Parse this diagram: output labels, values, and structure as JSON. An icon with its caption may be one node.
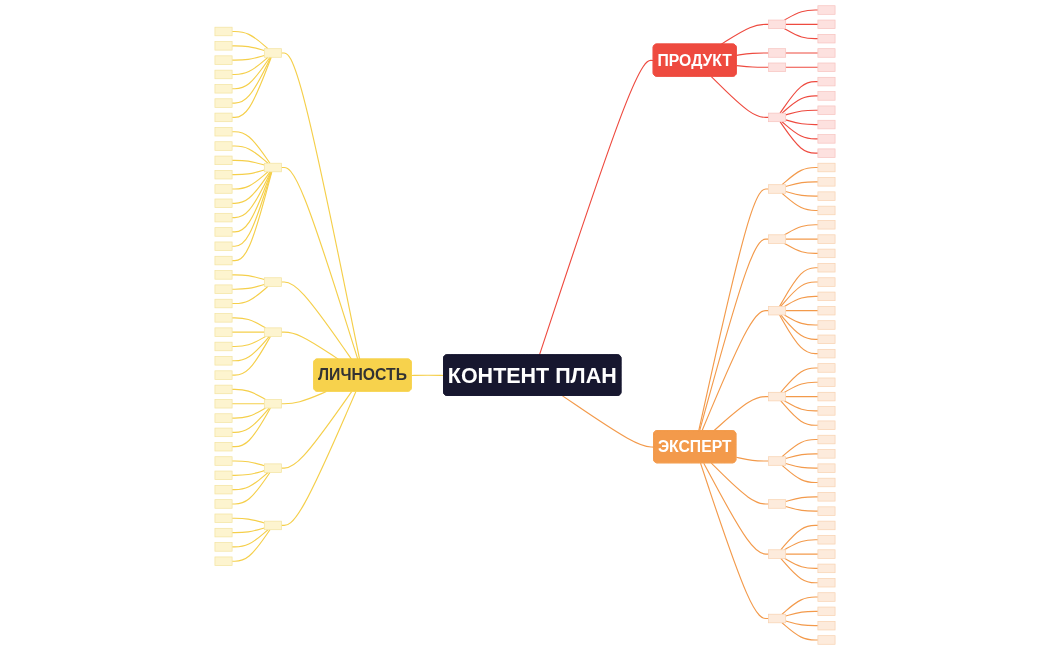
{
  "diagram": {
    "nodes": [
      {
        "text": [
          "КОНТЕНТ ПЛАН"
        ]
      },
      {
        "text": [
          "ПРОДУКТ"
        ]
      },
      {
        "text": [],
        "shape": "box"
      },
      {
        "text": [],
        "shape": "box"
      },
      {
        "text": [],
        "shape": "box"
      },
      {
        "text": [],
        "shape": "box"
      },
      {
        "text": [],
        "shape": "box"
      },
      {
        "text": [],
        "shape": "box"
      },
      {
        "text": [],
        "shape": "box"
      },
      {
        "text": [],
        "shape": "box"
      },
      {
        "text": [],
        "shape": "box"
      },
      {
        "text": [],
        "shape": "box"
      },
      {
        "text": [],
        "shape": "box"
      },
      {
        "text": [],
        "shape": "box"
      },
      {
        "text": [],
        "shape": "box"
      },
      {
        "text": [],
        "shape": "box"
      },
      {
        "text": [],
        "shape": "box"
      },
      {
        "text": [
          "ЭКСПЕРТ"
        ]
      },
      {
        "text": [],
        "shape": "box"
      },
      {
        "text": [],
        "shape": "box"
      },
      {
        "text": [],
        "shape": "box"
      },
      {
        "text": [],
        "shape": "box"
      },
      {
        "text": [],
        "shape": "box"
      },
      {
        "text": [],
        "shape": "box"
      },
      {
        "text": [],
        "shape": "box"
      },
      {
        "text": [],
        "shape": "box"
      },
      {
        "text": [],
        "shape": "box"
      },
      {
        "text": [],
        "shape": "box"
      },
      {
        "text": [],
        "shape": "box"
      },
      {
        "text": [],
        "shape": "box"
      },
      {
        "text": [],
        "shape": "box"
      },
      {
        "text": [],
        "shape": "box"
      },
      {
        "text": [],
        "shape": "box"
      },
      {
        "text": [],
        "shape": "box"
      },
      {
        "text": [],
        "shape": "box"
      },
      {
        "text": [],
        "shape": "box"
      },
      {
        "text": [],
        "shape": "box"
      },
      {
        "text": [],
        "shape": "box"
      },
      {
        "text": [],
        "shape": "box"
      },
      {
        "text": [],
        "shape": "box"
      },
      {
        "text": [],
        "shape": "box"
      },
      {
        "text": [],
        "shape": "box"
      },
      {
        "text": [],
        "shape": "box"
      },
      {
        "text": [],
        "shape": "box"
      },
      {
        "text": [],
        "shape": "box"
      },
      {
        "text": [],
        "shape": "box"
      },
      {
        "text": [],
        "shape": "box"
      },
      {
        "text": [],
        "shape": "box"
      },
      {
        "text": [],
        "shape": "box"
      },
      {
        "text": [],
        "shape": "box"
      },
      {
        "text": [],
        "shape": "box"
      },
      {
        "text": [],
        "shape": "box"
      },
      {
        "text": [],
        "shape": "box"
      },
      {
        "text": [],
        "shape": "box"
      },
      {
        "text": [],
        "shape": "box"
      },
      {
        "text": [],
        "shape": "box"
      },
      {
        "text": [],
        "shape": "box"
      },
      {
        "text": [],
        "shape": "box"
      },
      {
        "text": [],
        "shape": "box"
      },
      {
        "text": [],
        "shape": "box"
      },
      {
        "text": [
          "ЛИЧНОСТЬ"
        ]
      },
      {
        "text": [],
        "shape": "box"
      },
      {
        "text": [],
        "shape": "box"
      },
      {
        "text": [],
        "shape": "box"
      },
      {
        "text": [],
        "shape": "box"
      },
      {
        "text": [],
        "shape": "box"
      },
      {
        "text": [],
        "shape": "box"
      },
      {
        "text": [],
        "shape": "box"
      },
      {
        "text": [],
        "shape": "box"
      },
      {
        "text": [],
        "shape": "box"
      },
      {
        "text": [],
        "shape": "box"
      },
      {
        "text": [],
        "shape": "box"
      },
      {
        "text": [],
        "shape": "box"
      },
      {
        "text": [],
        "shape": "box"
      },
      {
        "text": [],
        "shape": "box"
      },
      {
        "text": [],
        "shape": "box"
      },
      {
        "text": [],
        "shape": "box"
      },
      {
        "text": [],
        "shape": "box"
      },
      {
        "text": [],
        "shape": "box"
      },
      {
        "text": [],
        "shape": "box"
      },
      {
        "text": [],
        "shape": "box"
      },
      {
        "text": [],
        "shape": "box"
      },
      {
        "text": [],
        "shape": "box"
      },
      {
        "text": [],
        "shape": "box"
      },
      {
        "text": [],
        "shape": "box"
      },
      {
        "text": [],
        "shape": "box"
      },
      {
        "text": [],
        "shape": "box"
      },
      {
        "text": [],
        "shape": "box"
      },
      {
        "text": [],
        "shape": "box"
      },
      {
        "text": [],
        "shape": "box"
      },
      {
        "text": [],
        "shape": "box"
      },
      {
        "text": [],
        "shape": "box"
      },
      {
        "text": [],
        "shape": "box"
      },
      {
        "text": [],
        "shape": "box"
      },
      {
        "text": [],
        "shape": "box"
      },
      {
        "text": [],
        "shape": "box"
      },
      {
        "text": [],
        "shape": "box"
      },
      {
        "text": [],
        "shape": "box"
      },
      {
        "text": [],
        "shape": "box"
      },
      {
        "text": [],
        "shape": "box"
      },
      {
        "text": [],
        "shape": "box"
      },
      {
        "text": [],
        "shape": "box"
      },
      {
        "text": [],
        "shape": "box"
      },
      {
        "text": [],
        "shape": "box"
      },
      {
        "text": [],
        "shape": "box"
      },
      {
        "text": [],
        "shape": "box"
      }
    ],
    "edges": [
      {
        "from": 0,
        "to": 1,
        "arrow": "none",
        "color": "#ee4a3f"
      },
      {
        "from": 1,
        "to": 2,
        "arrow": "none",
        "color": "#ee4a3f"
      },
      {
        "from": 2,
        "to": 3,
        "arrow": "none",
        "color": "#ee4a3f"
      },
      {
        "from": 2,
        "to": 4,
        "arrow": "none",
        "color": "#ee4a3f"
      },
      {
        "from": 2,
        "to": 5,
        "arrow": "none",
        "color": "#ee4a3f"
      },
      {
        "from": 1,
        "to": 6,
        "arrow": "none",
        "color": "#ee4a3f"
      },
      {
        "from": 6,
        "to": 7,
        "arrow": "none",
        "color": "#ee4a3f"
      },
      {
        "from": 1,
        "to": 8,
        "arrow": "none",
        "color": "#ee4a3f"
      },
      {
        "from": 8,
        "to": 9,
        "arrow": "none",
        "color": "#ee4a3f"
      },
      {
        "from": 1,
        "to": 10,
        "arrow": "none",
        "color": "#ee4a3f"
      },
      {
        "from": 10,
        "to": 11,
        "arrow": "none",
        "color": "#ee4a3f"
      },
      {
        "from": 10,
        "to": 12,
        "arrow": "none",
        "color": "#ee4a3f"
      },
      {
        "from": 10,
        "to": 13,
        "arrow": "none",
        "color": "#ee4a3f"
      },
      {
        "from": 10,
        "to": 14,
        "arrow": "none",
        "color": "#ee4a3f"
      },
      {
        "from": 10,
        "to": 15,
        "arrow": "none",
        "color": "#ee4a3f"
      },
      {
        "from": 10,
        "to": 16,
        "arrow": "none",
        "color": "#ee4a3f"
      },
      {
        "from": 0,
        "to": 17,
        "arrow": "none",
        "color": "#f39a4b"
      },
      {
        "from": 17,
        "to": 18,
        "arrow": "none",
        "color": "#f39a4b"
      },
      {
        "from": 18,
        "to": 19,
        "arrow": "none",
        "color": "#f39a4b"
      },
      {
        "from": 18,
        "to": 20,
        "arrow": "none",
        "color": "#f39a4b"
      },
      {
        "from": 18,
        "to": 21,
        "arrow": "none",
        "color": "#f39a4b"
      },
      {
        "from": 18,
        "to": 22,
        "arrow": "none",
        "color": "#f39a4b"
      },
      {
        "from": 17,
        "to": 23,
        "arrow": "none",
        "color": "#f39a4b"
      },
      {
        "from": 23,
        "to": 24,
        "arrow": "none",
        "color": "#f39a4b"
      },
      {
        "from": 23,
        "to": 25,
        "arrow": "none",
        "color": "#f39a4b"
      },
      {
        "from": 23,
        "to": 26,
        "arrow": "none",
        "color": "#f39a4b"
      },
      {
        "from": 17,
        "to": 27,
        "arrow": "none",
        "color": "#f39a4b"
      },
      {
        "from": 27,
        "to": 28,
        "arrow": "none",
        "color": "#f39a4b"
      },
      {
        "from": 27,
        "to": 29,
        "arrow": "none",
        "color": "#f39a4b"
      },
      {
        "from": 27,
        "to": 30,
        "arrow": "none",
        "color": "#f39a4b"
      },
      {
        "from": 27,
        "to": 31,
        "arrow": "none",
        "color": "#f39a4b"
      },
      {
        "from": 27,
        "to": 32,
        "arrow": "none",
        "color": "#f39a4b"
      },
      {
        "from": 27,
        "to": 33,
        "arrow": "none",
        "color": "#f39a4b"
      },
      {
        "from": 27,
        "to": 34,
        "arrow": "none",
        "color": "#f39a4b"
      },
      {
        "from": 17,
        "to": 35,
        "arrow": "none",
        "color": "#f39a4b"
      },
      {
        "from": 35,
        "to": 36,
        "arrow": "none",
        "color": "#f39a4b"
      },
      {
        "from": 35,
        "to": 37,
        "arrow": "none",
        "color": "#f39a4b"
      },
      {
        "from": 35,
        "to": 38,
        "arrow": "none",
        "color": "#f39a4b"
      },
      {
        "from": 35,
        "to": 39,
        "arrow": "none",
        "color": "#f39a4b"
      },
      {
        "from": 35,
        "to": 40,
        "arrow": "none",
        "color": "#f39a4b"
      },
      {
        "from": 17,
        "to": 41,
        "arrow": "none",
        "color": "#f39a4b"
      },
      {
        "from": 41,
        "to": 42,
        "arrow": "none",
        "color": "#f39a4b"
      },
      {
        "from": 41,
        "to": 43,
        "arrow": "none",
        "color": "#f39a4b"
      },
      {
        "from": 41,
        "to": 44,
        "arrow": "none",
        "color": "#f39a4b"
      },
      {
        "from": 41,
        "to": 45,
        "arrow": "none",
        "color": "#f39a4b"
      },
      {
        "from": 17,
        "to": 46,
        "arrow": "none",
        "color": "#f39a4b"
      },
      {
        "from": 46,
        "to": 47,
        "arrow": "none",
        "color": "#f39a4b"
      },
      {
        "from": 46,
        "to": 48,
        "arrow": "none",
        "color": "#f39a4b"
      },
      {
        "from": 17,
        "to": 49,
        "arrow": "none",
        "color": "#f39a4b"
      },
      {
        "from": 49,
        "to": 50,
        "arrow": "none",
        "color": "#f39a4b"
      },
      {
        "from": 49,
        "to": 51,
        "arrow": "none",
        "color": "#f39a4b"
      },
      {
        "from": 49,
        "to": 52,
        "arrow": "none",
        "color": "#f39a4b"
      },
      {
        "from": 49,
        "to": 53,
        "arrow": "none",
        "color": "#f39a4b"
      },
      {
        "from": 49,
        "to": 54,
        "arrow": "none",
        "color": "#f39a4b"
      },
      {
        "from": 17,
        "to": 55,
        "arrow": "none",
        "color": "#f39a4b"
      },
      {
        "from": 55,
        "to": 56,
        "arrow": "none",
        "color": "#f39a4b"
      },
      {
        "from": 55,
        "to": 57,
        "arrow": "none",
        "color": "#f39a4b"
      },
      {
        "from": 55,
        "to": 58,
        "arrow": "none",
        "color": "#f39a4b"
      },
      {
        "from": 55,
        "to": 59,
        "arrow": "none",
        "color": "#f39a4b"
      },
      {
        "from": 60,
        "to": 0,
        "arrow": "none"
      },
      {
        "from": 61,
        "to": 60,
        "arrow": "none"
      },
      {
        "from": 62,
        "to": 61,
        "arrow": "none"
      },
      {
        "from": 63,
        "to": 61,
        "arrow": "none"
      },
      {
        "from": 64,
        "to": 61,
        "arrow": "none"
      },
      {
        "from": 65,
        "to": 61,
        "arrow": "none"
      },
      {
        "from": 66,
        "to": 61,
        "arrow": "none"
      },
      {
        "from": 67,
        "to": 61,
        "arrow": "none"
      },
      {
        "from": 68,
        "to": 61,
        "arrow": "none"
      },
      {
        "from": 69,
        "to": 60,
        "arrow": "none"
      },
      {
        "from": 70,
        "to": 69,
        "arrow": "none"
      },
      {
        "from": 71,
        "to": 69,
        "arrow": "none"
      },
      {
        "from": 72,
        "to": 69,
        "arrow": "none"
      },
      {
        "from": 73,
        "to": 69,
        "arrow": "none"
      },
      {
        "from": 74,
        "to": 69,
        "arrow": "none"
      },
      {
        "from": 75,
        "to": 69,
        "arrow": "none"
      },
      {
        "from": 76,
        "to": 69,
        "arrow": "none"
      },
      {
        "from": 77,
        "to": 69,
        "arrow": "none"
      },
      {
        "from": 78,
        "to": 69,
        "arrow": "none"
      },
      {
        "from": 79,
        "to": 69,
        "arrow": "none"
      },
      {
        "from": 80,
        "to": 60,
        "arrow": "none"
      },
      {
        "from": 81,
        "to": 80,
        "arrow": "none"
      },
      {
        "from": 82,
        "to": 80,
        "arrow": "none"
      },
      {
        "from": 83,
        "to": 80,
        "arrow": "none"
      },
      {
        "from": 84,
        "to": 60,
        "arrow": "none"
      },
      {
        "from": 85,
        "to": 84,
        "arrow": "none"
      },
      {
        "from": 86,
        "to": 84,
        "arrow": "none"
      },
      {
        "from": 87,
        "to": 84,
        "arrow": "none"
      },
      {
        "from": 88,
        "to": 84,
        "arrow": "none"
      },
      {
        "from": 89,
        "to": 84,
        "arrow": "none"
      },
      {
        "from": 90,
        "to": 60,
        "arrow": "none"
      },
      {
        "from": 91,
        "to": 90,
        "arrow": "none"
      },
      {
        "from": 92,
        "to": 90,
        "arrow": "none"
      },
      {
        "from": 93,
        "to": 90,
        "arrow": "none"
      },
      {
        "from": 94,
        "to": 90,
        "arrow": "none"
      },
      {
        "from": 95,
        "to": 90,
        "arrow": "none"
      },
      {
        "from": 96,
        "to": 60,
        "arrow": "none"
      },
      {
        "from": 97,
        "to": 96,
        "arrow": "none"
      },
      {
        "from": 98,
        "to": 96,
        "arrow": "none"
      },
      {
        "from": 99,
        "to": 96,
        "arrow": "none"
      },
      {
        "from": 100,
        "to": 96,
        "arrow": "none"
      },
      {
        "from": 101,
        "to": 60,
        "arrow": "none"
      },
      {
        "from": 102,
        "to": 101,
        "arrow": "none"
      },
      {
        "from": 103,
        "to": 101,
        "arrow": "none"
      },
      {
        "from": 104,
        "to": 101,
        "arrow": "none"
      },
      {
        "from": 105,
        "to": 101,
        "arrow": "none"
      }
    ]
  }
}
